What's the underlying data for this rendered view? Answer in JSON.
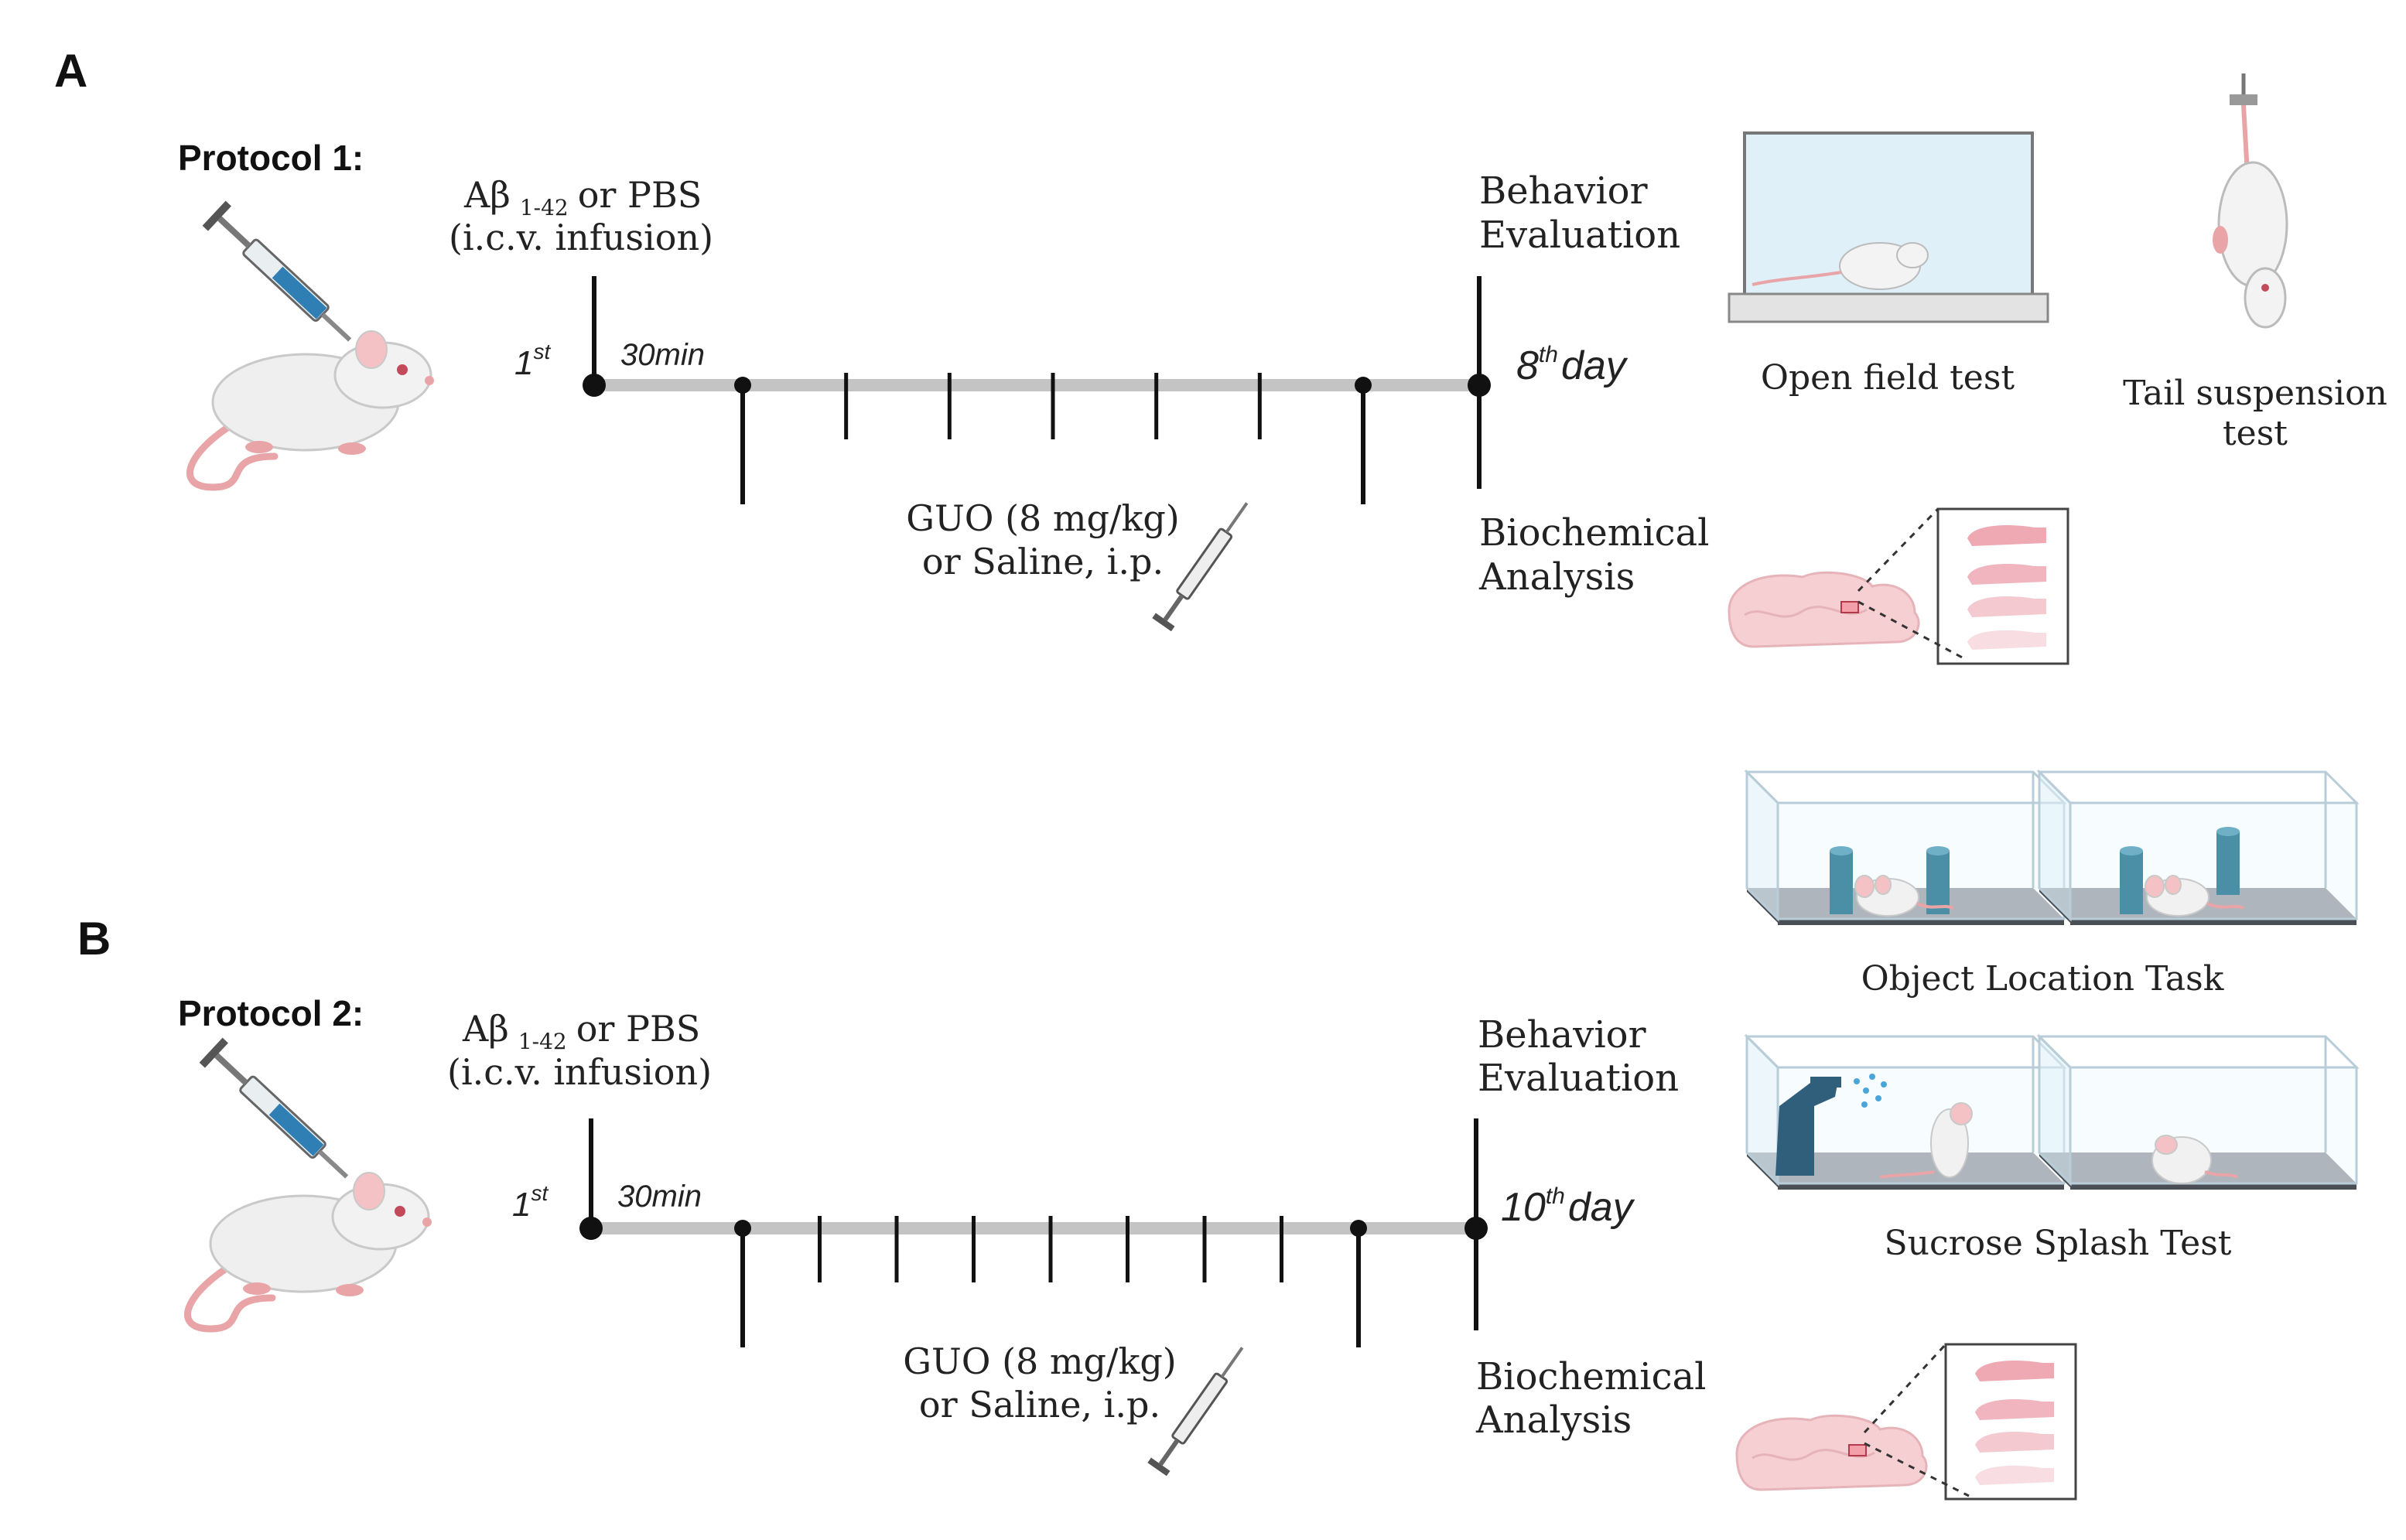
{
  "colors": {
    "timeline": "#c4c4c4",
    "ink": "#111111",
    "mouse_body": "#efefef",
    "mouse_pink": "#e8a4a6",
    "brain": "#f6cfd3",
    "glass": "#dff0f8",
    "floor": "#8f939a",
    "cylinder": "#4a8fa6",
    "bottle": "#2f5f7a",
    "spray": "#4aa6d8"
  },
  "panels": [
    {
      "letter": "A",
      "protocol": "Protocol 1:",
      "infusion": {
        "line1_pre": "Aβ",
        "line1_sub": "1-42",
        "line1_post": "or PBS",
        "line2": "(i.c.v. infusion)"
      },
      "start": {
        "base": "1",
        "sup": "st"
      },
      "delay": "30min",
      "end": {
        "base": "8",
        "sup": "th",
        "post": "day"
      },
      "behavior": {
        "line1": "Behavior",
        "line2": "Evaluation"
      },
      "biochem": {
        "line1": "Biochemical",
        "line2": "Analysis"
      },
      "treatment": {
        "line1": "GUO (8 mg/kg)",
        "line2": "or Saline, i.p."
      },
      "minor_ticks": 5,
      "tests": [
        {
          "name": "Open field test"
        },
        {
          "name_line1": "Tail suspension",
          "name_line2": "test"
        }
      ]
    },
    {
      "letter": "B",
      "protocol": "Protocol 2:",
      "infusion": {
        "line1_pre": "Aβ",
        "line1_sub": "1-42",
        "line1_post": "or PBS",
        "line2": "(i.c.v. infusion)"
      },
      "start": {
        "base": "1",
        "sup": "st"
      },
      "delay": "30min",
      "end": {
        "base": "10",
        "sup": "th",
        "post": "day"
      },
      "behavior": {
        "line1": "Behavior",
        "line2": "Evaluation"
      },
      "biochem": {
        "line1": "Biochemical",
        "line2": "Analysis"
      },
      "treatment": {
        "line1": "GUO (8 mg/kg)",
        "line2": "or Saline, i.p."
      },
      "minor_ticks": 7,
      "tests": [
        {
          "name": "Object Location Task"
        },
        {
          "name": "Sucrose Splash Test"
        }
      ]
    }
  ]
}
